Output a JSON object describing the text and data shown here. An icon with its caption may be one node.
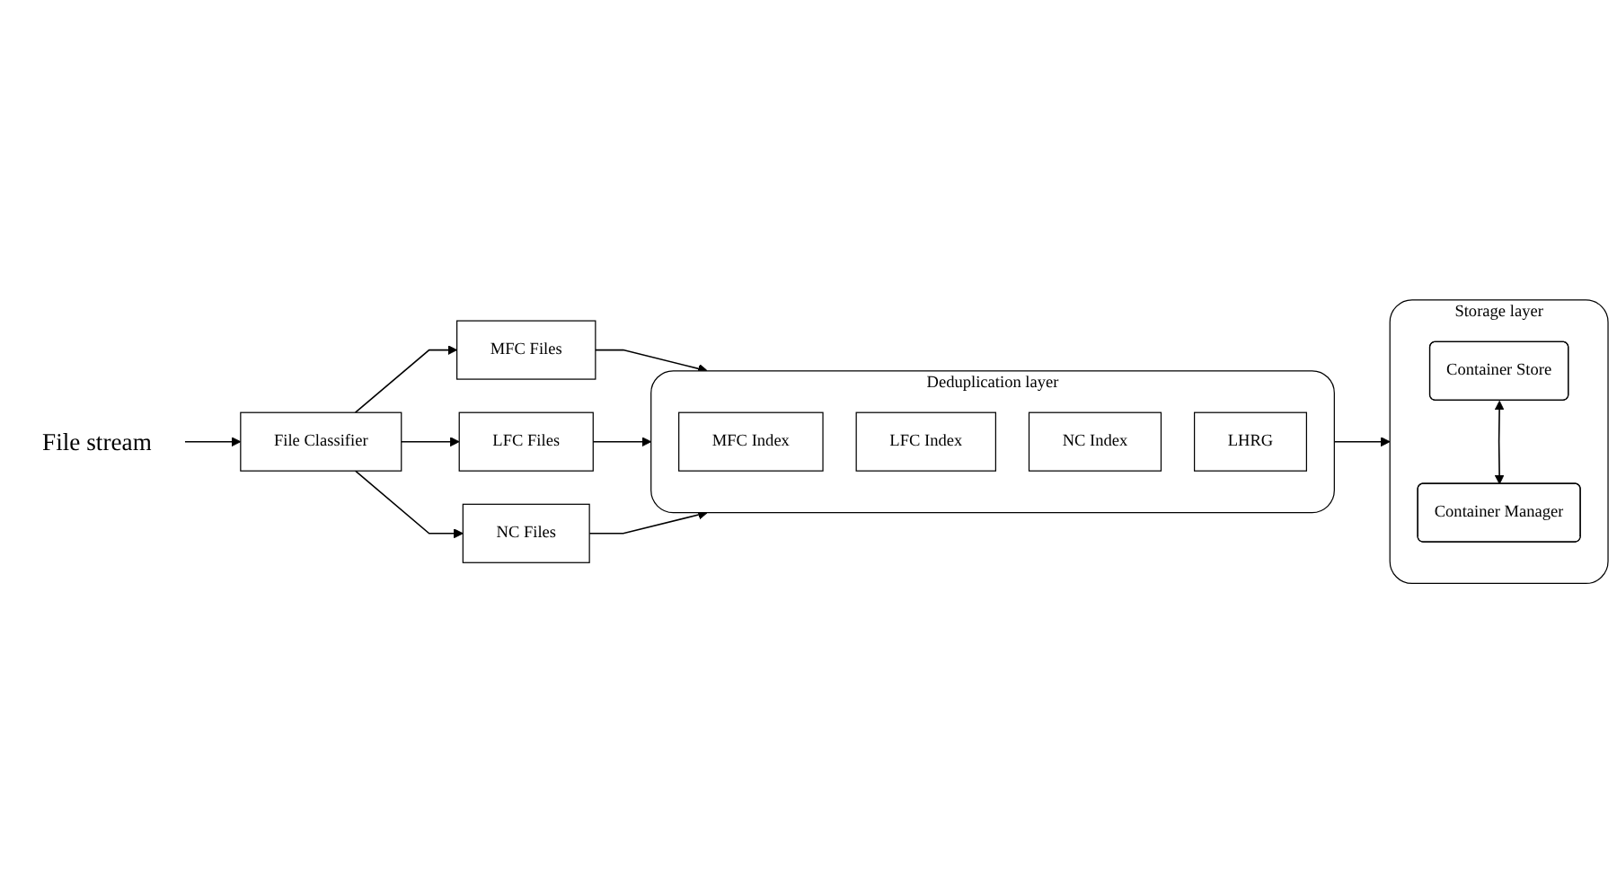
{
  "diagram": {
    "nodes": [
      {
        "text": [
          "File stream"
        ]
      },
      {
        "text": [
          "File Classifier"
        ]
      },
      {
        "text": [
          "MFC Files"
        ]
      },
      {
        "text": [
          "LFC Files"
        ]
      },
      {
        "text": [
          "NC Files"
        ]
      },
      {
        "text": [
          "Deduplication layer"
        ]
      },
      {
        "text": [
          "MFC Index"
        ],
        "in": 5
      },
      {
        "text": [
          "LFC Index"
        ],
        "in": 5
      },
      {
        "text": [
          "NC Index"
        ],
        "in": 5
      },
      {
        "text": [
          "LHRG"
        ],
        "in": 5
      },
      {
        "text": [
          "Storage layer"
        ]
      },
      {
        "text": [
          "Container Store"
        ],
        "in": 10
      },
      {
        "text": [
          "Container Manager"
        ],
        "in": 10
      }
    ],
    "edges": [
      {
        "from": 0,
        "to": 1,
        "arrow": "to"
      },
      {
        "from": 1,
        "to": 2,
        "arrow": "to"
      },
      {
        "from": 1,
        "to": 3,
        "arrow": "to"
      },
      {
        "from": 1,
        "to": 4,
        "arrow": "to"
      },
      {
        "from": 2,
        "to": 5,
        "arrow": "to"
      },
      {
        "from": 3,
        "to": 5,
        "arrow": "to"
      },
      {
        "from": 4,
        "to": 5,
        "arrow": "to"
      },
      {
        "from": 5,
        "to": 10,
        "arrow": "to"
      },
      {
        "from": 11,
        "to": 12,
        "arrow": "both"
      }
    ]
  }
}
